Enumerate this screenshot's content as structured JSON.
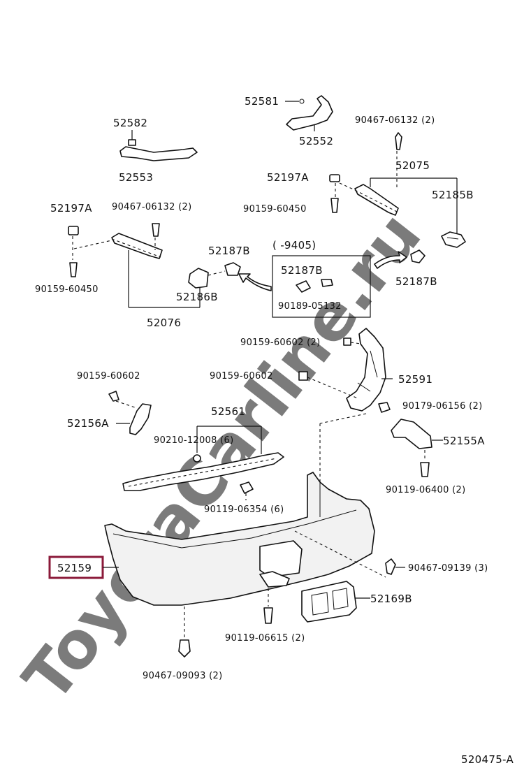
{
  "diagram_code": "520475-A",
  "watermark": "ToyotaCarline.ru",
  "highlight_color": "#8b1a3a",
  "highlighted_part": "52159",
  "labels": {
    "p52581": "52581",
    "p52552": "52552",
    "p52582": "52582",
    "p52553": "52553",
    "p90467_06132_a": "90467-06132 (2)",
    "p52075": "52075",
    "p52197A_a": "52197A",
    "p52185B": "52185B",
    "p90159_60450_a": "90159-60450",
    "p52197A_b": "52197A",
    "p90467_06132_b": "90467-06132 (2)",
    "p90159_60450_b": "90159-60450",
    "p52187B_a": "52187B",
    "p52186B": "52186B",
    "p52076": "52076",
    "inset_range": "(        -9405)",
    "p52187B_b": "52187B",
    "p90189_05132": "90189-05132",
    "p52187B_c": "52187B",
    "p90159_60602_a": "90159-60602 (2)",
    "p90159_60602_b": "90159-60602",
    "p52591": "52591",
    "p90159_60602_c": "90159-60602",
    "p90179_06156": "90179-06156 (2)",
    "p52156A": "52156A",
    "p52561": "52561",
    "p52155A": "52155A",
    "p90210_12008": "90210-12008 (6)",
    "p90119_06400": "90119-06400 (2)",
    "p90119_06354": "90119-06354 (6)",
    "p52159": "52159",
    "p90467_09139": "90467-09139 (3)",
    "p52169B": "52169B",
    "p90119_06615": "90119-06615 (2)",
    "p90467_09093": "90467-09093 (2)"
  }
}
